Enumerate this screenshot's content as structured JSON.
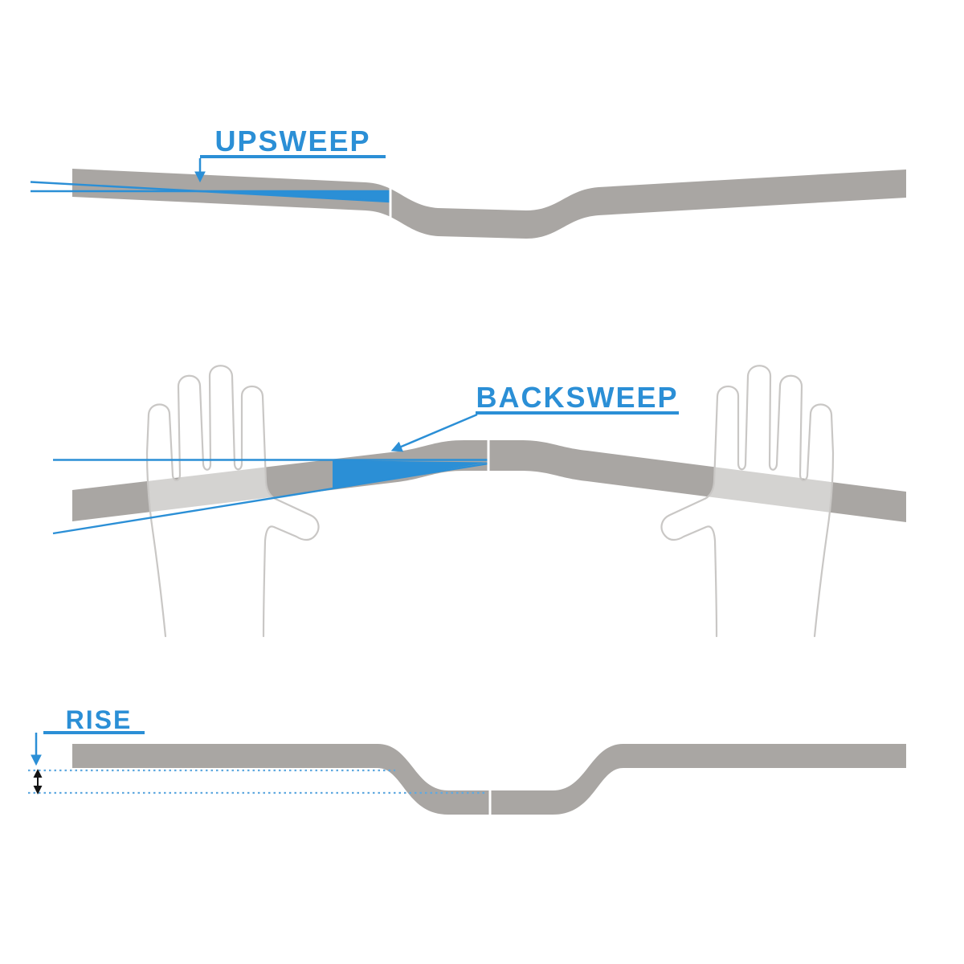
{
  "diagram": {
    "labels": {
      "upsweep": "UPSWEEP",
      "backsweep": "BACKSWEEP",
      "rise": "RISE"
    },
    "icons": {
      "upsweep_pointer": "down-arrow-icon",
      "backsweep_pointer": "diagonal-arrow-icon",
      "rise_pointer": "down-arrow-icon",
      "rise_extent": "double-vertical-arrow-icon"
    },
    "colors": {
      "accent_blue": "#2b8fd6",
      "dotted_blue": "#5fa9e0",
      "bar_gray": "#a9a6a3",
      "hand_outline_gray": "#c9c7c5",
      "measure_black": "#141414",
      "clamp_seam_white": "#ffffff",
      "background": "#ffffff"
    }
  }
}
